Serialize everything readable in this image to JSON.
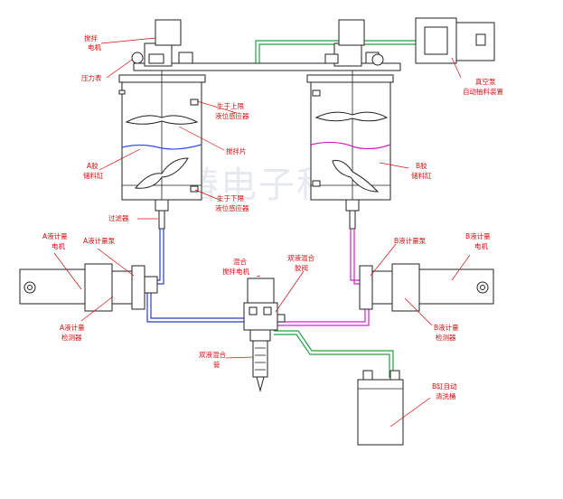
{
  "labels": {
    "stir_motor": [
      "搅拌",
      "电机"
    ],
    "pressure_gauge": "压力表",
    "liquid_upper_sensor": [
      "生于上限",
      "液位感应器"
    ],
    "stirring_blade": "搅拌片",
    "tank_a": [
      "A胶",
      "储料缸"
    ],
    "liquid_lower_sensor": [
      "生于下限",
      "液位感应器"
    ],
    "tank_b": [
      "B胶",
      "储料缸"
    ],
    "air_pump": "真空泵",
    "auto_suction_device": "自动抽料装置",
    "filter": "过滤器",
    "a_meter_motor": [
      "A液计量",
      "电机"
    ],
    "a_meter_pump": "A液计量泵",
    "mix_motor": [
      "混合",
      "搅拌电机"
    ],
    "dual_mix_valve": [
      "双液混合",
      "胶阀"
    ],
    "b_meter_pump": "B液计量泵",
    "b_meter_motor": [
      "B液计量",
      "电机"
    ],
    "a_detector": [
      "A液计量",
      "检测器"
    ],
    "b_detector": [
      "B液计量",
      "检测器"
    ],
    "dual_mix_tube": [
      "双液混合",
      "管"
    ],
    "b_auto_clean": [
      "B缸自动",
      "清洗桶"
    ]
  },
  "watermark": "洪椿电子科技",
  "colors": {
    "label": "#d01010",
    "pipe_a": "#2a3fbf",
    "pipe_b": "#d020d0",
    "pipe_green": "#20a040",
    "liquid_a": "#3050e0",
    "liquid_b": "#d020c0"
  }
}
